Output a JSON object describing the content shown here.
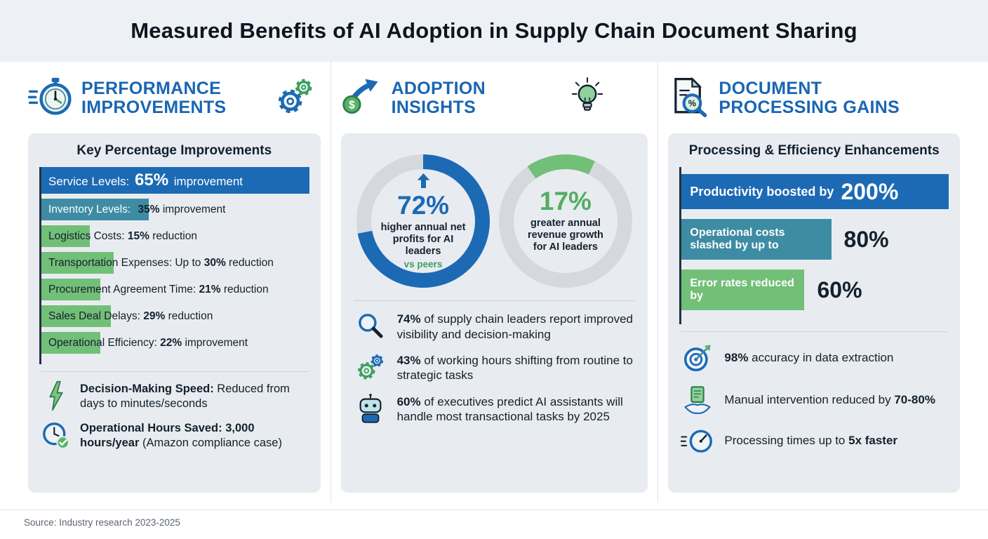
{
  "page": {
    "title": "Measured Benefits of AI Adoption in Supply Chain Document Sharing",
    "source": "Source: Industry research 2023-2025"
  },
  "colors": {
    "blue": "#1c6ab4",
    "teal": "#3e8ca3",
    "green": "#72bf77",
    "ring_gray": "#d5d9de",
    "dark": "#14202c"
  },
  "columns": {
    "performance": {
      "title_line1": "PERFORMANCE",
      "title_line2": "IMPROVEMENTS",
      "card_title": "Key Percentage Improvements",
      "notes": [
        {
          "bold": "Decision-Making Speed:",
          "rest": " Reduced from days to minutes/seconds"
        },
        {
          "bold": "Operational Hours Saved: 3,000 hours/year",
          "rest": " (Amazon compliance case)"
        }
      ]
    },
    "adoption": {
      "title_line1": "ADOPTION",
      "title_line2": "INSIGHTS",
      "insights": [
        {
          "bold": "74%",
          "rest": " of supply chain leaders report improved visibility and decision-making"
        },
        {
          "bold": "43%",
          "rest": " of working hours shifting from routine to strategic tasks"
        },
        {
          "bold": "60%",
          "rest": " of executives predict AI assistants will handle most transactional tasks by 2025"
        }
      ]
    },
    "document": {
      "title_line1": "DOCUMENT",
      "title_line2": "PROCESSING GAINS",
      "card_title": "Processing & Efficiency Enhancements",
      "facts": [
        {
          "pre": "",
          "bold": "98%",
          "rest": " accuracy in data extraction"
        },
        {
          "pre": "Manual intervention reduced by ",
          "bold": "70-80%",
          "rest": ""
        },
        {
          "pre": "Processing times up to ",
          "bold": "5x faster",
          "rest": ""
        }
      ]
    }
  },
  "chart_data": [
    {
      "type": "bar",
      "title": "Key Percentage Improvements",
      "orientation": "horizontal",
      "categories": [
        "Service Levels",
        "Inventory Levels",
        "Logistics Costs",
        "Transportation Expenses",
        "Procurement Agreement Time",
        "Sales Deal Delays",
        "Operational Efficiency"
      ],
      "values": [
        65,
        35,
        15,
        30,
        21,
        29,
        22
      ],
      "units": "%",
      "value_kind": [
        "improvement",
        "improvement",
        "reduction",
        "reduction (up to)",
        "reduction",
        "reduction",
        "improvement"
      ],
      "bars": [
        {
          "label": "Service Levels: ",
          "value": "65%",
          "suffix": " improvement",
          "width_pct": 100,
          "color": "#1c6ab4"
        },
        {
          "label": "Inventory Levels: ",
          "value": "35%",
          "suffix": " improvement",
          "width_pct": 40,
          "color": "#3e8ca3"
        },
        {
          "label": "Logistics Costs: ",
          "value": "15%",
          "suffix": " reduction",
          "width_pct": 18,
          "color": "#72bf77"
        },
        {
          "label": "Transportation Expenses: Up to ",
          "value": "30%",
          "suffix": " reduction",
          "width_pct": 27,
          "color": "#72bf77"
        },
        {
          "label": "Procurement Agreement Time: ",
          "value": "21%",
          "suffix": " reduction",
          "width_pct": 22,
          "color": "#72bf77"
        },
        {
          "label": "Sales Deal Delays: ",
          "value": "29%",
          "suffix": " reduction",
          "width_pct": 26,
          "color": "#72bf77"
        },
        {
          "label": "Operational Efficiency: ",
          "value": "22%",
          "suffix": " improvement",
          "width_pct": 22,
          "color": "#72bf77"
        }
      ]
    },
    {
      "type": "pie",
      "title": "AI leaders vs peers outcomes",
      "segments": [
        {
          "pct": "72%",
          "value": 72,
          "start_deg": 0,
          "color": "#1c6ab4",
          "label": "higher annual net profits for AI leaders",
          "sub": "vs peers"
        },
        {
          "pct": "17%",
          "value": 17,
          "start_deg": -35,
          "color": "#72bf77",
          "label": "greater annual revenue growth for AI leaders",
          "sub": ""
        }
      ]
    },
    {
      "type": "bar",
      "title": "Processing & Efficiency Enhancements",
      "orientation": "horizontal",
      "categories": [
        "Productivity boosted by",
        "Operational costs slashed by up to",
        "Error rates reduced by"
      ],
      "values": [
        200,
        80,
        60
      ],
      "units": "%",
      "bars": [
        {
          "label": "Productivity boosted by",
          "value": "200%",
          "width_pct": 100,
          "color": "#1c6ab4"
        },
        {
          "label": "Operational costs slashed by up to",
          "value": "80%",
          "width_pct": 56,
          "color": "#3e8ca3"
        },
        {
          "label": "Error rates reduced by",
          "value": "60%",
          "width_pct": 46,
          "color": "#72bf77"
        }
      ]
    }
  ]
}
